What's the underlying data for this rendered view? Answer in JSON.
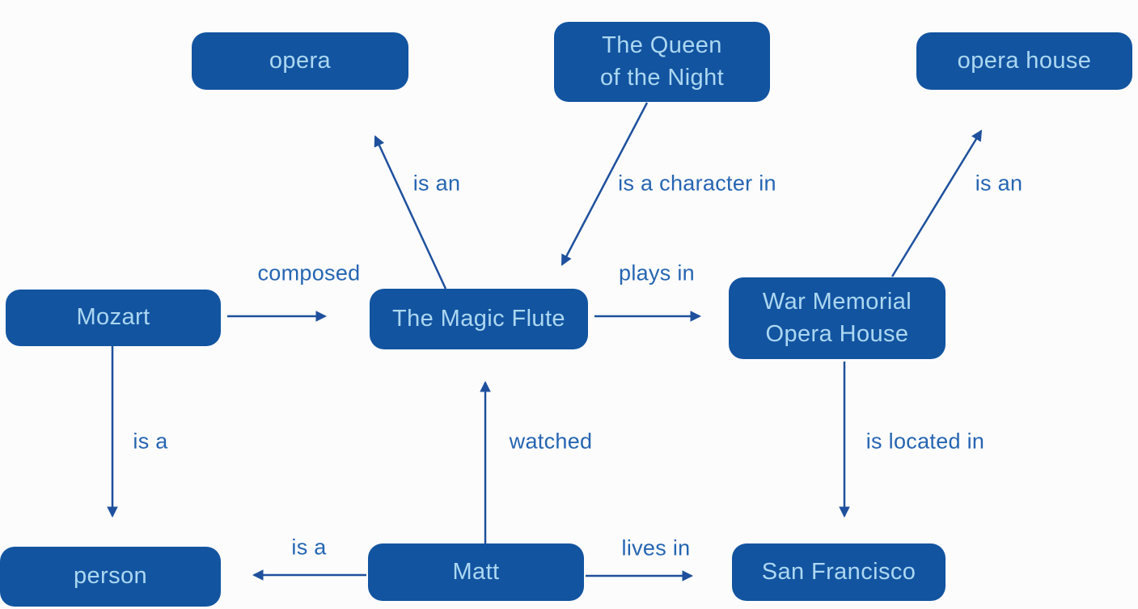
{
  "colors": {
    "node_fill": "#1254A0",
    "node_text": "#ACD7F1",
    "edge_line": "#1E509D",
    "edge_label_text": "#2565B2",
    "background": "#FCFCFC"
  },
  "nodes": [
    {
      "id": "opera",
      "label": "opera"
    },
    {
      "id": "queen-of-the-night",
      "label": "The Queen\nof the Night"
    },
    {
      "id": "opera-house",
      "label": "opera house"
    },
    {
      "id": "mozart",
      "label": "Mozart"
    },
    {
      "id": "magic-flute",
      "label": "The Magic Flute"
    },
    {
      "id": "war-memorial-opera-house",
      "label": "War Memorial\nOpera House"
    },
    {
      "id": "person",
      "label": "person"
    },
    {
      "id": "matt",
      "label": "Matt"
    },
    {
      "id": "san-francisco",
      "label": "San Francisco"
    }
  ],
  "edges": [
    {
      "from": "Mozart",
      "to": "The Magic Flute",
      "label": "composed"
    },
    {
      "from": "The Magic Flute",
      "to": "opera",
      "label": "is an"
    },
    {
      "from": "The Queen of the Night",
      "to": "The Magic Flute",
      "label": "is a character in"
    },
    {
      "from": "The Magic Flute",
      "to": "War Memorial Opera House",
      "label": "plays in"
    },
    {
      "from": "War Memorial Opera House",
      "to": "opera house",
      "label": "is an"
    },
    {
      "from": "Mozart",
      "to": "person",
      "label": "is a"
    },
    {
      "from": "Matt",
      "to": "The Magic Flute",
      "label": "watched"
    },
    {
      "from": "War Memorial Opera House",
      "to": "San Francisco",
      "label": "is located in"
    },
    {
      "from": "Matt",
      "to": "person",
      "label": "is a"
    },
    {
      "from": "Matt",
      "to": "San Francisco",
      "label": "lives in"
    }
  ]
}
